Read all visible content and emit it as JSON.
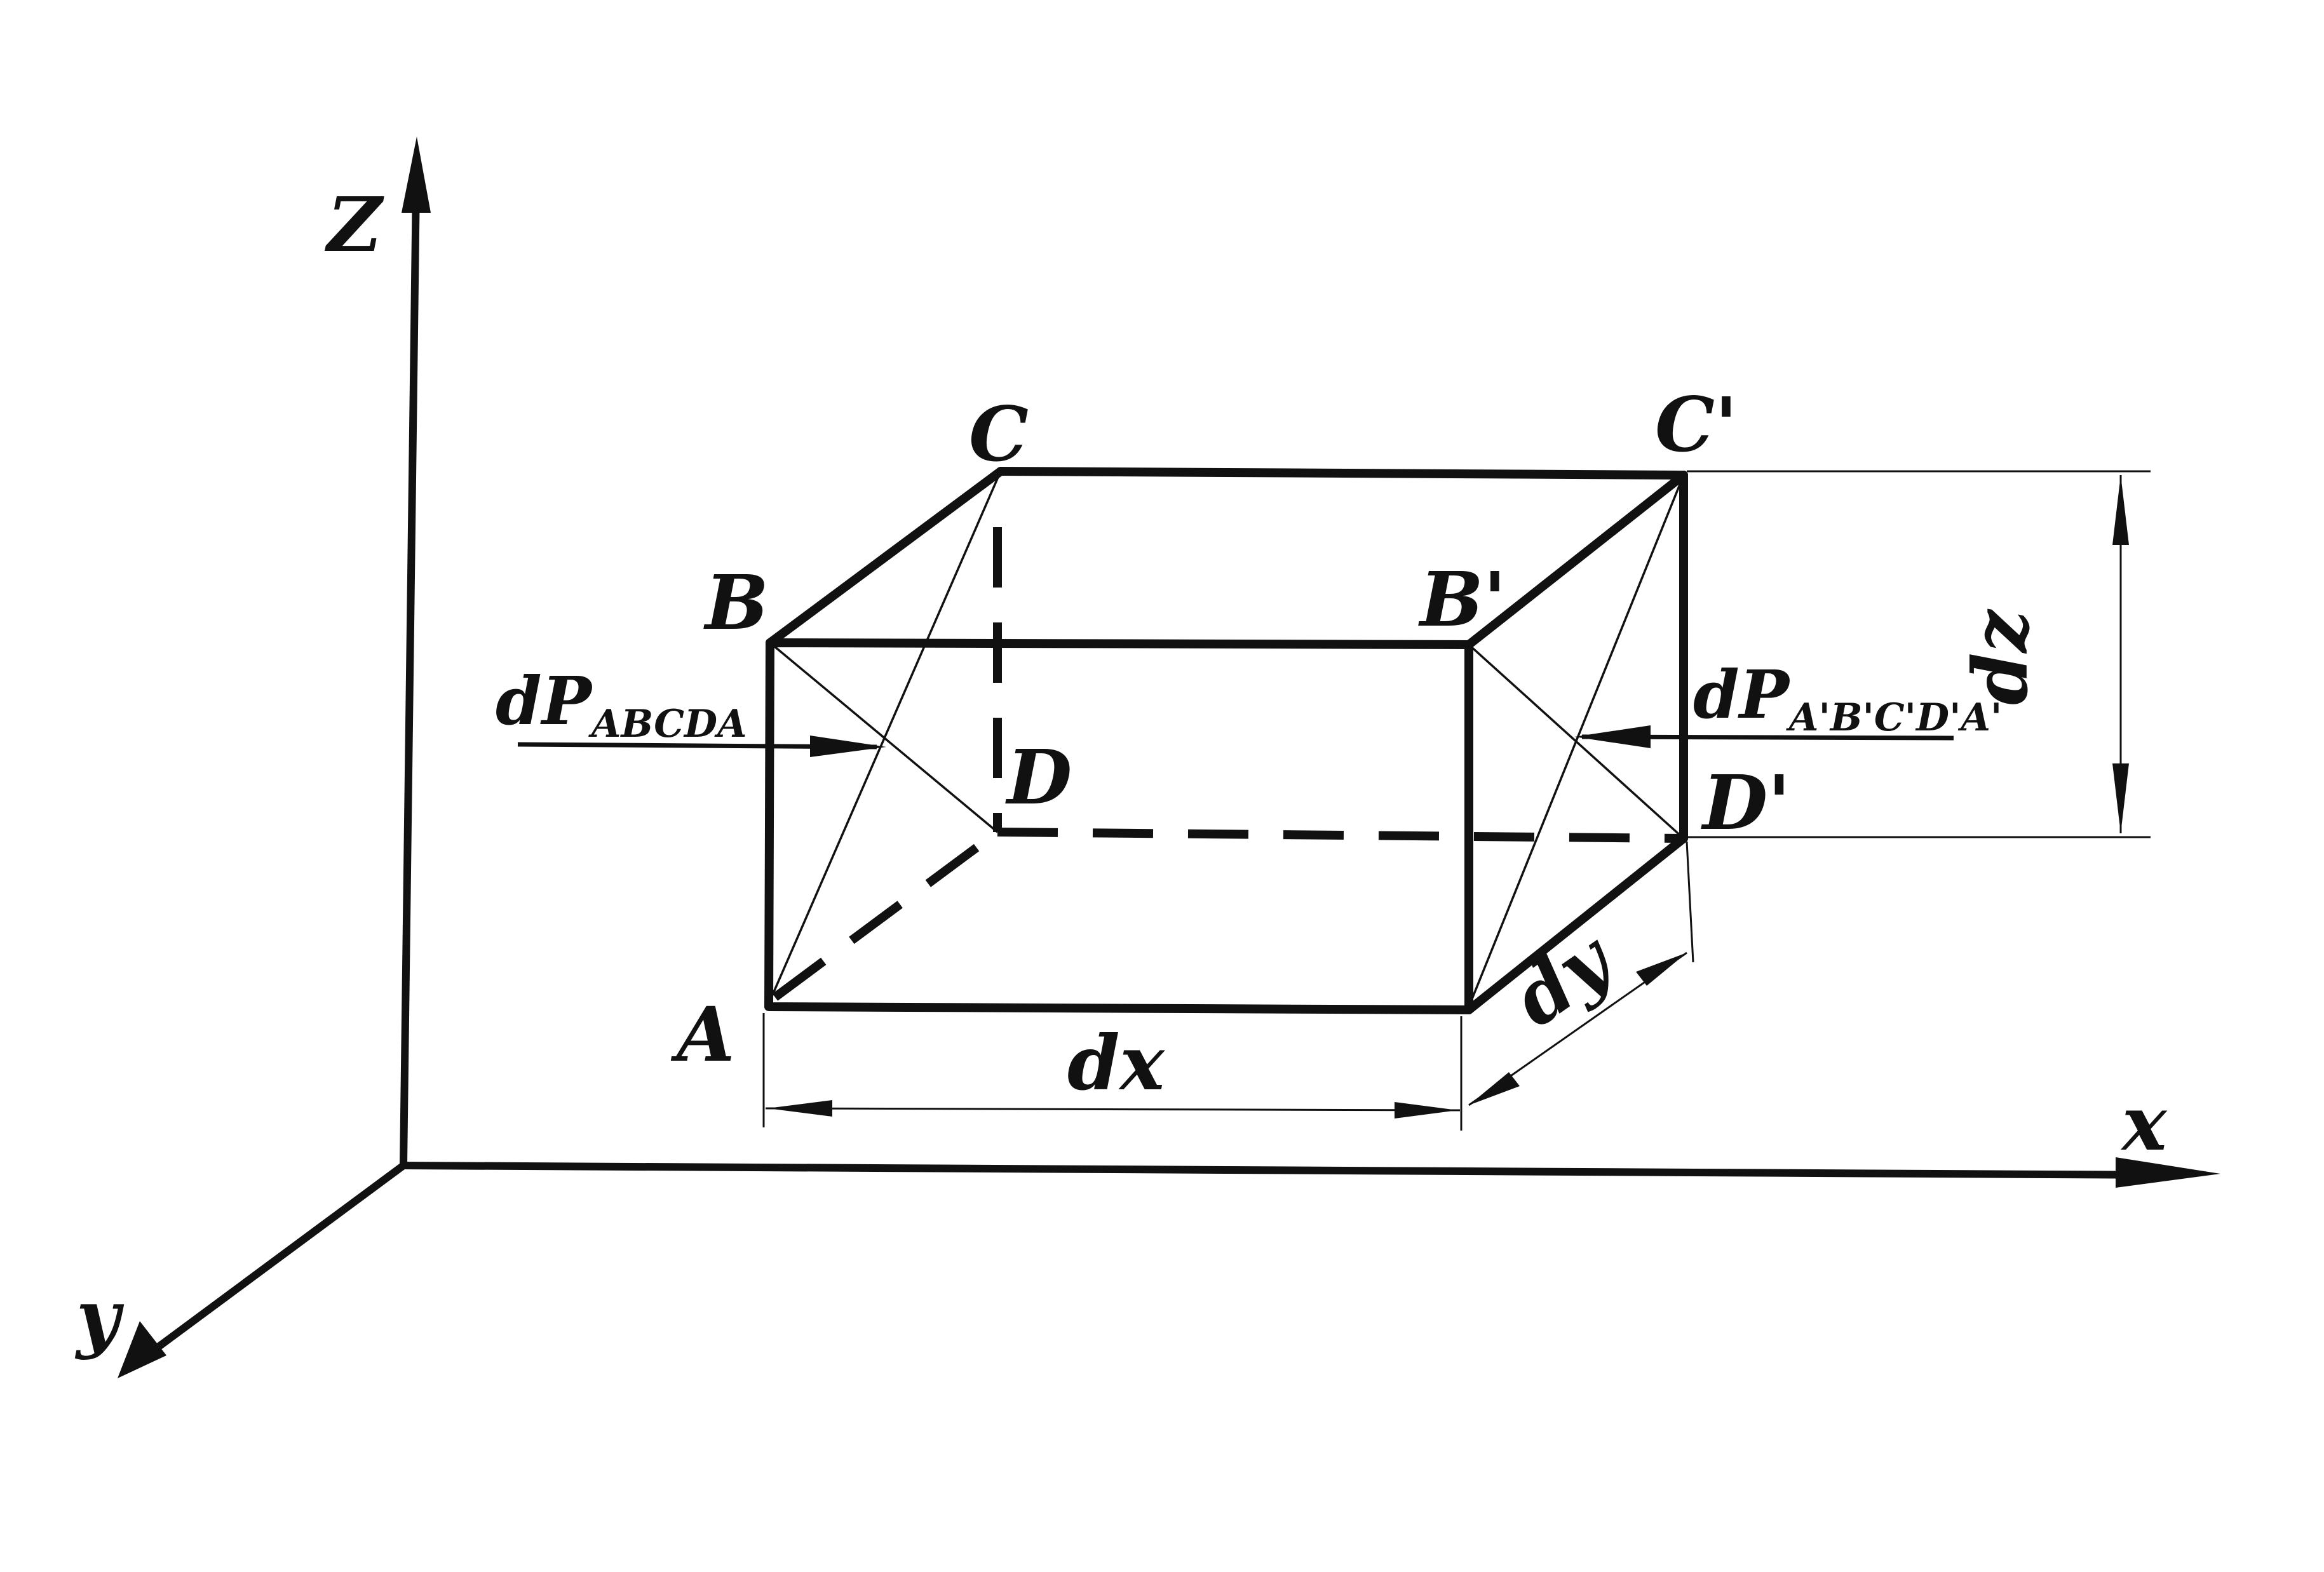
{
  "axes": {
    "z": "Z",
    "x": "x",
    "y": "y"
  },
  "vertices": {
    "A": "A",
    "B": "B",
    "C": "C",
    "D": "D",
    "B_prime": "B'",
    "C_prime": "C'",
    "D_prime": "D'"
  },
  "dimensions": {
    "dx": "dx",
    "dy": "dy",
    "dz": "dz"
  },
  "forces": {
    "left_main": "dP",
    "left_sub": "ABCDA",
    "right_main": "dP",
    "right_sub": "A'B'C'D'A'"
  },
  "colors": {
    "ink": "#111111",
    "paper": "#ffffff"
  }
}
